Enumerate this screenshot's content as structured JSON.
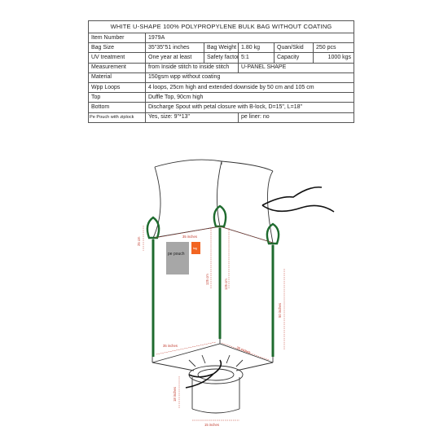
{
  "title": "WHITE U-SHAPE 100% POLYPROPYLENE BULK BAG WITHOUT COATING",
  "specs": {
    "item_number_label": "Item Number",
    "item_number": "1979A",
    "bag_size_label": "Bag Size",
    "bag_size": "35\"35\"51 inches",
    "bag_weight_label": "Bag Weight",
    "bag_weight": "1.80 kg",
    "quan_skid_label": "Quan/Skid",
    "quan_skid": "250 pcs",
    "uv_label": "UV treatment",
    "uv": "One year at least",
    "safety_label": "Safety factor",
    "safety": "5:1",
    "capacity_label": "Capacity",
    "capacity": "1000 kgs",
    "measurement_label": "Measurement",
    "measurement": "from Inside stitch to inside stitch",
    "panel": "U-PANEL SHAPE",
    "material_label": "Material",
    "material": "150gsm wpp without coating",
    "loops_label": "Wpp Loops",
    "loops": "4 loops, 25cm high and extended downside by 50 cm and 105 cm",
    "top_label": "Top",
    "top": "Duffle Top, 90cm high",
    "bottom_label": "Bottom",
    "bottom": "Discharge Spout with petal closure with B-lock, D=15\", L=18\"",
    "pe_pouch_label": "Pe Pouch with ziplock",
    "pe_pouch": "Yes, size: 9\"*13\"",
    "pe_liner": "pe liner: no"
  },
  "diagram": {
    "pe_pouch_label": "pe pouch",
    "tag_label": "tag",
    "dim_top": "35 inches",
    "dim_loop": "25 cm",
    "dim_side_left": "125 cm",
    "dim_side_mid": "125 cm",
    "dim_right": "50 inches",
    "dim_front": "35 inches",
    "dim_side": "35 inches",
    "dim_spout_height": "18 inches",
    "dim_spout_width": "15 inches"
  },
  "colors": {
    "loop_green": "#1e6b2e",
    "dimension_red": "#c0392b",
    "pouch_grey": "#a7a7a7",
    "tag_orange": "#f26522"
  }
}
